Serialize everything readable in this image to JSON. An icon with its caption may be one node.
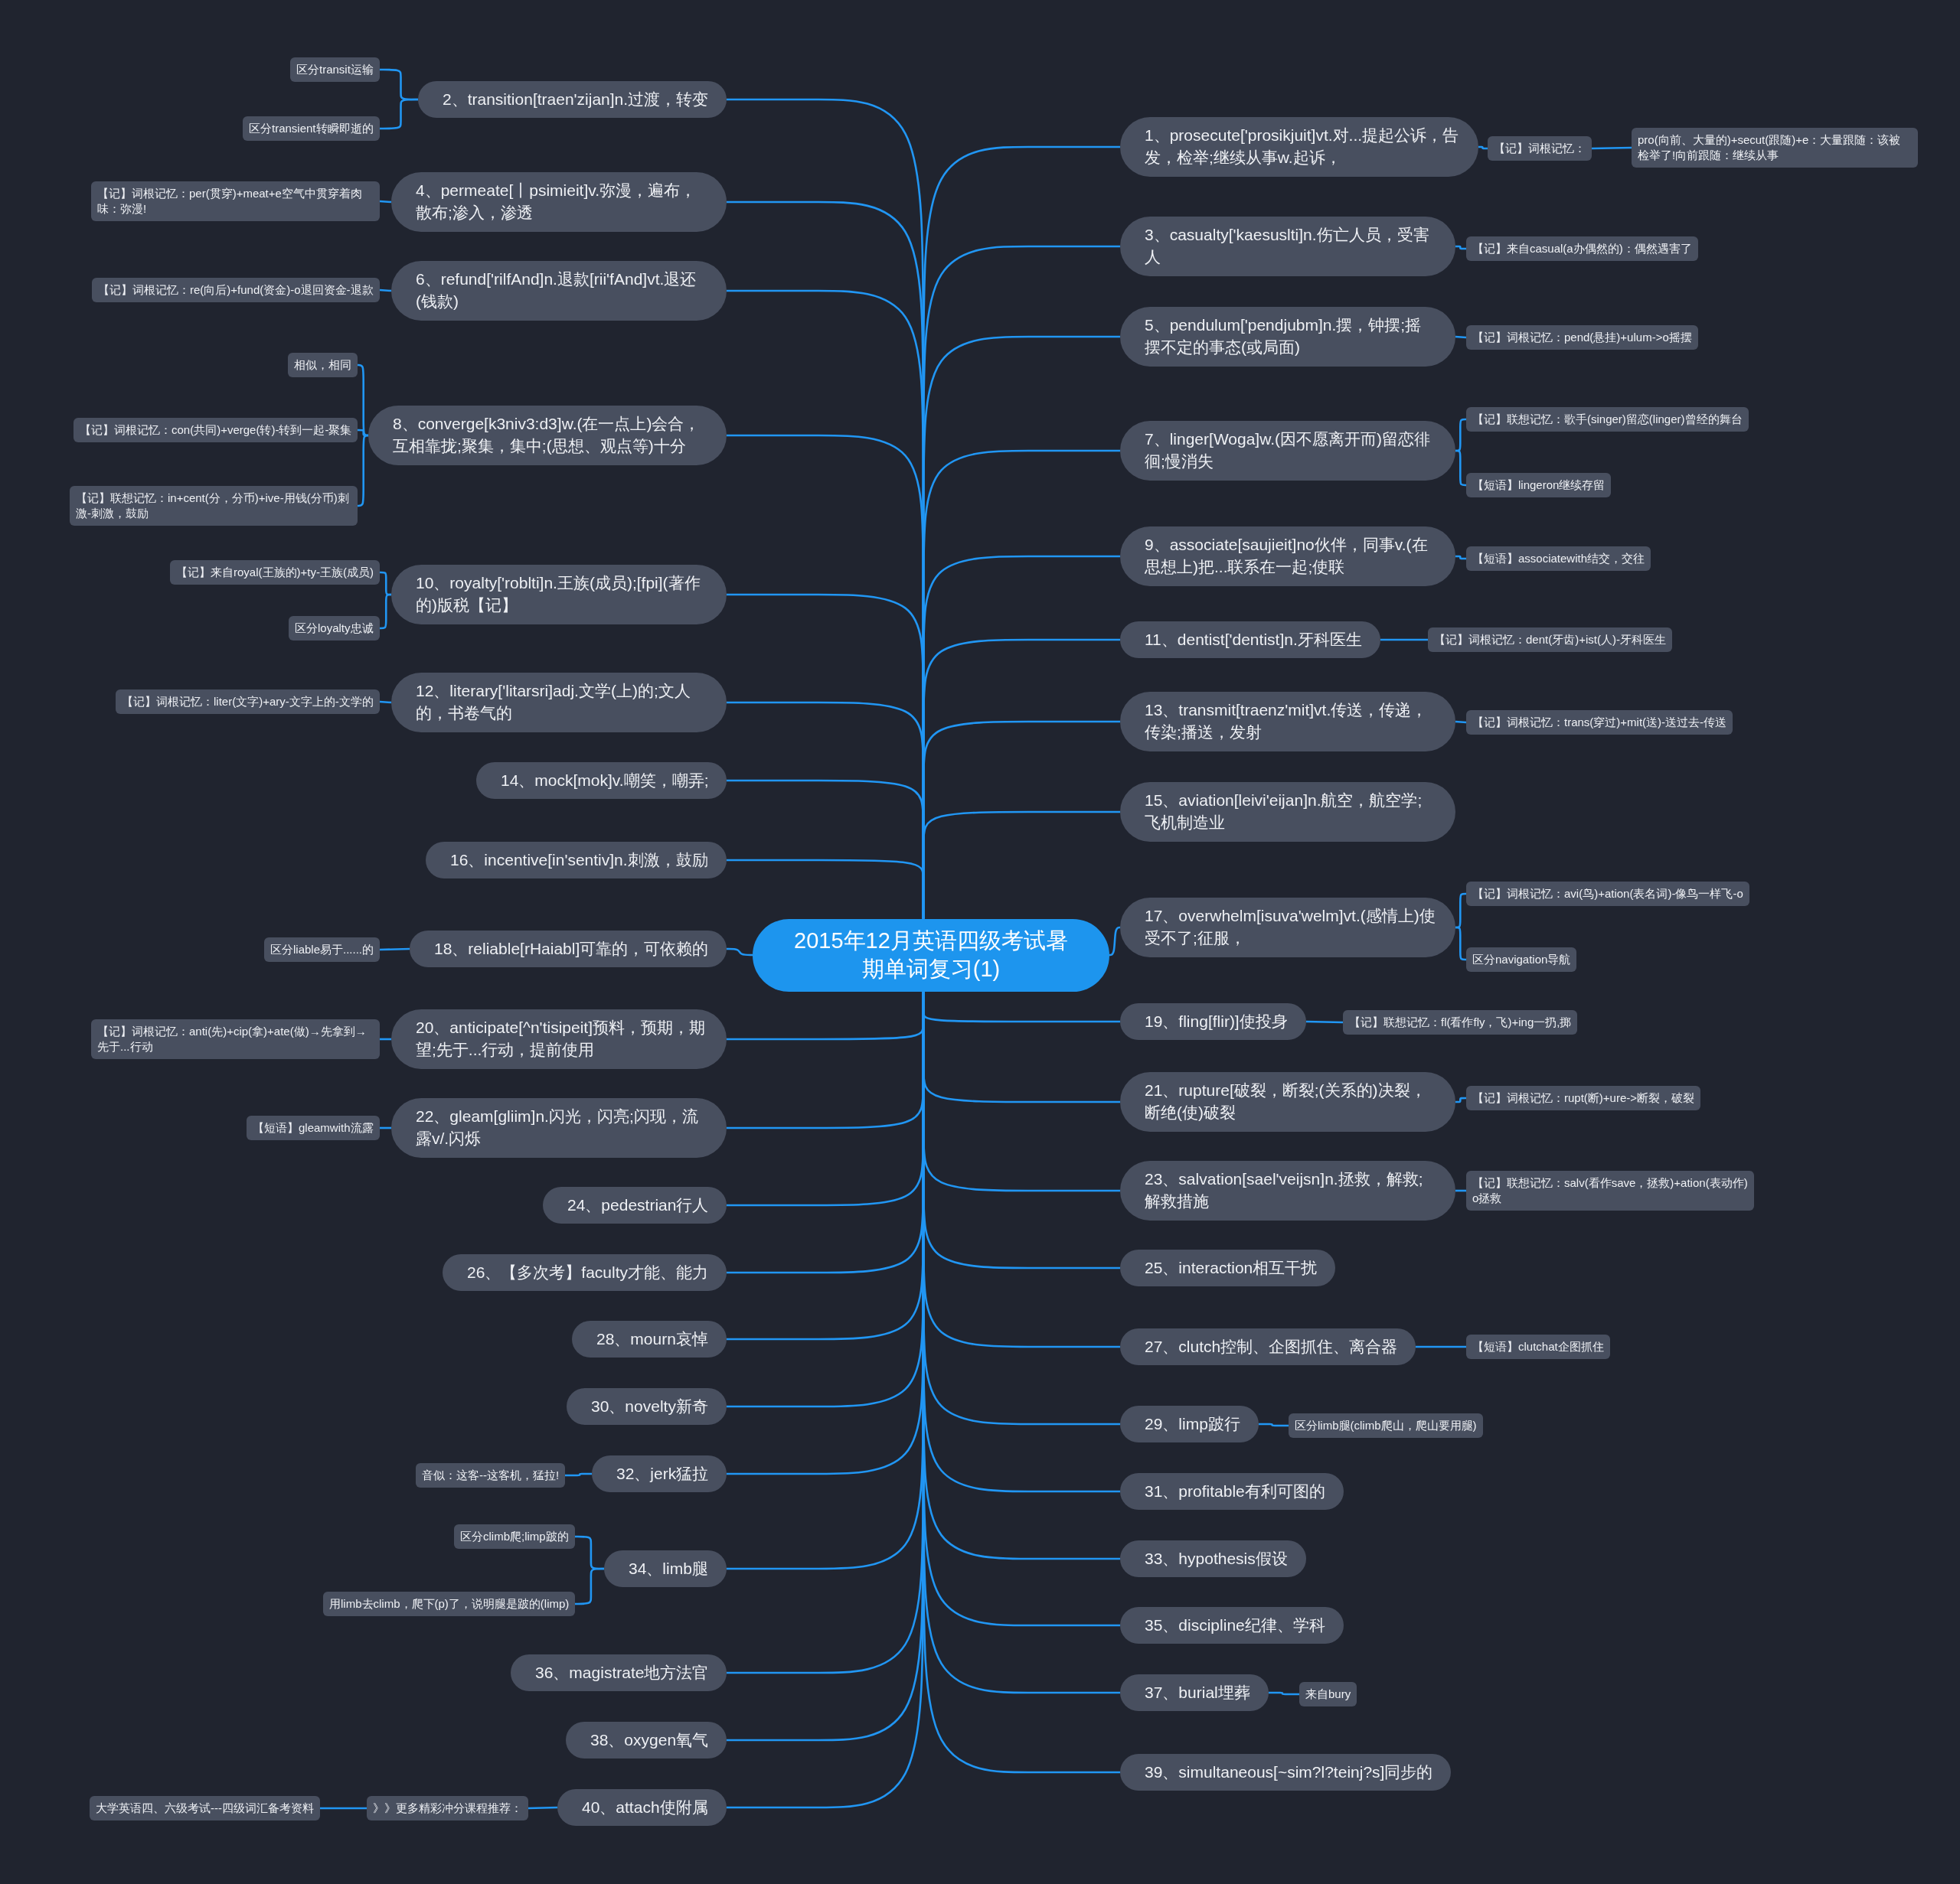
{
  "diagram": {
    "nodes": [
      {
        "text": [
          "2015年12月英语四级考试暑期单词复习(1)"
        ]
      },
      {
        "text": [
          "1、prosecute['prosikjuit]vt.对...提起公诉，告发，检举;继续从事w.起诉，"
        ]
      },
      {
        "text": [
          "【记】词根记忆："
        ]
      },
      {
        "text": [
          "pro(向前、大量的)+secut(跟随)+e：大量跟随：该被检举了!向前跟随：继续从事"
        ]
      },
      {
        "text": [
          "2、transition[traen'zijan]n.过渡，转变"
        ]
      },
      {
        "text": [
          "区分transit运输"
        ]
      },
      {
        "text": [
          "区分transient转瞬即逝的"
        ]
      },
      {
        "text": [
          "3、casualty['kaesuslti]n.伤亡人员，受害人"
        ]
      },
      {
        "text": [
          "【记】来自casual(a办偶然的)：偶然遇害了"
        ]
      },
      {
        "text": [
          "4、permeate[丨psimieit]v.弥漫，遍布，散布;渗入，渗透"
        ]
      },
      {
        "text": [
          "【记】词根记忆：per(贯穿)+meat+e空气中贯穿着肉味：弥漫!"
        ]
      },
      {
        "text": [
          "5、pendulum['pendjubm]n.摆，钟摆;摇摆不定的事态(或局面)"
        ]
      },
      {
        "text": [
          "【记】词根记忆：pend(悬挂)+ulum->o摇摆"
        ]
      },
      {
        "text": [
          "6、refund['rilfAnd]n.退款[rii'fAnd]vt.退还(钱款)"
        ]
      },
      {
        "text": [
          "【记】词根记忆：re(向后)+fund(资金)-o退回资金-退款"
        ]
      },
      {
        "text": [
          "7、linger[Woga]w.(因不愿离开而)留恋徘徊;慢消失"
        ]
      },
      {
        "text": [
          "【记】联想记忆：歌手(singer)留恋(linger)曾经的舞台"
        ]
      },
      {
        "text": [
          "【短语】lingeron继续存留"
        ]
      },
      {
        "text": [
          "8、converge[k3niv3:d3]w.(在一点上)会合，互相靠拢;聚集，集中;(思想、观点等)十分"
        ]
      },
      {
        "text": [
          "相似，相同"
        ]
      },
      {
        "text": [
          "【记】词根记忆：con(共同)+verge(转)-转到一起-聚集"
        ]
      },
      {
        "text": [
          "【记】联想记忆：in+cent(分，分币)+ive-用钱(分币)刺激-刺激，鼓励"
        ]
      },
      {
        "text": [
          "9、associate[saujieit]no伙伴，同事v.(在思想上)把...联系在一起;使联"
        ]
      },
      {
        "text": [
          "【短语】associatewith结交，交往"
        ]
      },
      {
        "text": [
          "10、royalty['roblti]n.王族(成员);[fpi](著作的)版税【记】"
        ]
      },
      {
        "text": [
          "【记】来自royal(王族的)+ty-王族(成员)"
        ]
      },
      {
        "text": [
          "区分loyalty忠诚"
        ]
      },
      {
        "text": [
          "11、dentist['dentist]n.牙科医生"
        ]
      },
      {
        "text": [
          "【记】词根记忆：dent(牙齿)+ist(人)-牙科医生"
        ]
      },
      {
        "text": [
          "12、literary['litarsri]adj.文学(上)的;文人的，书卷气的"
        ]
      },
      {
        "text": [
          "【记】词根记忆：liter(文字)+ary-文字上的-文学的"
        ]
      },
      {
        "text": [
          "13、transmit[traenz'mit]vt.传送，传递，传染;播送，发射"
        ]
      },
      {
        "text": [
          "【记】词根记忆：trans(穿过)+mit(送)-送过去-传送"
        ]
      },
      {
        "text": [
          "14、mock[mok]v.嘲笑，嘲弄;"
        ]
      },
      {
        "text": [
          "15、aviation[leivi'eijan]n.航空，航空学;飞机制造业"
        ]
      },
      {
        "text": [
          "16、incentive[in'sentiv]n.刺激，鼓励"
        ]
      },
      {
        "text": [
          "17、overwhelm[isuva'welm]vt.(感情上)使受不了;征服，"
        ]
      },
      {
        "text": [
          "【记】词根记忆：avi(鸟)+ation(表名词)-像鸟一样飞-o"
        ]
      },
      {
        "text": [
          "区分navigation导航"
        ]
      },
      {
        "text": [
          "18、reliable[rHaiabl]可靠的，可依赖的"
        ]
      },
      {
        "text": [
          "区分liable易于......的"
        ]
      },
      {
        "text": [
          "19、fling[flir)]使投身"
        ]
      },
      {
        "text": [
          "【记】联想记忆：fl(看作fly，飞)+ing一扔,掷"
        ]
      },
      {
        "text": [
          "20、anticipate[^n'tisipeit]预料，预期，期望;先于...行动，提前使用"
        ]
      },
      {
        "text": [
          "【记】词根记忆：anti(先)+cip(拿)+ate(做)→先拿到→先于...行动"
        ]
      },
      {
        "text": [
          "21、rupture[破裂，断裂;(关系的)决裂，断绝(使)破裂"
        ]
      },
      {
        "text": [
          "【记】词根记忆：rupt(断)+ure->断裂，破裂"
        ]
      },
      {
        "text": [
          "22、gleam[gliim]n.闪光，闪亮;闪现，流露v/.闪烁"
        ]
      },
      {
        "text": [
          "【短语】gleamwith流露"
        ]
      },
      {
        "text": [
          "23、salvation[sael'veijsn]n.拯救，解救;解救措施"
        ]
      },
      {
        "text": [
          "【记】联想记忆：salv(看作save，拯救)+ation(表动作)o拯救"
        ]
      },
      {
        "text": [
          "24、pedestrian行人"
        ]
      },
      {
        "text": [
          "25、interaction相互干扰"
        ]
      },
      {
        "text": [
          "26、【多次考】faculty才能、能力"
        ]
      },
      {
        "text": [
          "27、clutch控制、企图抓住、离合器"
        ]
      },
      {
        "text": [
          "【短语】clutchat企图抓住"
        ]
      },
      {
        "text": [
          "28、mourn哀悼"
        ]
      },
      {
        "text": [
          "29、limp跛行"
        ]
      },
      {
        "text": [
          "区分limb腿(climb爬山，爬山要用腿)"
        ]
      },
      {
        "text": [
          "30、novelty新奇"
        ]
      },
      {
        "text": [
          "31、profitable有利可图的"
        ]
      },
      {
        "text": [
          "32、jerk猛拉"
        ]
      },
      {
        "text": [
          "音似：这客--这客机，猛拉!"
        ]
      },
      {
        "text": [
          "33、hypothesis假设"
        ]
      },
      {
        "text": [
          "34、limb腿"
        ]
      },
      {
        "text": [
          "区分climb爬;limp跛的"
        ]
      },
      {
        "text": [
          "用limb去climb，爬下(p)了，说明腿是跛的(limp)"
        ]
      },
      {
        "text": [
          "35、discipline纪律、学科"
        ]
      },
      {
        "text": [
          "36、magistrate地方法官"
        ]
      },
      {
        "text": [
          "37、burial埋葬"
        ]
      },
      {
        "text": [
          "来自bury"
        ]
      },
      {
        "text": [
          "38、oxygen氧气"
        ]
      },
      {
        "text": [
          "39、simultaneous[~sim?l?teinj?s]同步的"
        ]
      },
      {
        "text": [
          "40、attach使附属"
        ]
      },
      {
        "text": [
          "》》更多精彩冲分课程推荐："
        ]
      },
      {
        "text": [
          "大学英语四、六级考试---四级词汇备考资料"
        ]
      }
    ],
    "edges": [
      {
        "from": 0,
        "to": 1,
        "arrow": "none"
      },
      {
        "from": 0,
        "to": 4,
        "arrow": "none"
      },
      {
        "from": 0,
        "to": 7,
        "arrow": "none"
      },
      {
        "from": 0,
        "to": 9,
        "arrow": "none"
      },
      {
        "from": 0,
        "to": 11,
        "arrow": "none"
      },
      {
        "from": 0,
        "to": 13,
        "arrow": "none"
      },
      {
        "from": 0,
        "to": 15,
        "arrow": "none"
      },
      {
        "from": 0,
        "to": 18,
        "arrow": "none"
      },
      {
        "from": 0,
        "to": 22,
        "arrow": "none"
      },
      {
        "from": 0,
        "to": 24,
        "arrow": "none"
      },
      {
        "from": 0,
        "to": 27,
        "arrow": "none"
      },
      {
        "from": 0,
        "to": 29,
        "arrow": "none"
      },
      {
        "from": 0,
        "to": 31,
        "arrow": "none"
      },
      {
        "from": 0,
        "to": 33,
        "arrow": "none"
      },
      {
        "from": 0,
        "to": 34,
        "arrow": "none"
      },
      {
        "from": 0,
        "to": 35,
        "arrow": "none"
      },
      {
        "from": 0,
        "to": 36,
        "arrow": "none"
      },
      {
        "from": 0,
        "to": 39,
        "arrow": "none"
      },
      {
        "from": 0,
        "to": 41,
        "arrow": "none"
      },
      {
        "from": 0,
        "to": 43,
        "arrow": "none"
      },
      {
        "from": 0,
        "to": 45,
        "arrow": "none"
      },
      {
        "from": 0,
        "to": 47,
        "arrow": "none"
      },
      {
        "from": 0,
        "to": 49,
        "arrow": "none"
      },
      {
        "from": 0,
        "to": 51,
        "arrow": "none"
      },
      {
        "from": 0,
        "to": 52,
        "arrow": "none"
      },
      {
        "from": 0,
        "to": 53,
        "arrow": "none"
      },
      {
        "from": 0,
        "to": 54,
        "arrow": "none"
      },
      {
        "from": 0,
        "to": 56,
        "arrow": "none"
      },
      {
        "from": 0,
        "to": 57,
        "arrow": "none"
      },
      {
        "from": 0,
        "to": 59,
        "arrow": "none"
      },
      {
        "from": 0,
        "to": 60,
        "arrow": "none"
      },
      {
        "from": 0,
        "to": 61,
        "arrow": "none"
      },
      {
        "from": 0,
        "to": 63,
        "arrow": "none"
      },
      {
        "from": 0,
        "to": 64,
        "arrow": "none"
      },
      {
        "from": 0,
        "to": 67,
        "arrow": "none"
      },
      {
        "from": 0,
        "to": 68,
        "arrow": "none"
      },
      {
        "from": 0,
        "to": 69,
        "arrow": "none"
      },
      {
        "from": 0,
        "to": 71,
        "arrow": "none"
      },
      {
        "from": 0,
        "to": 72,
        "arrow": "none"
      },
      {
        "from": 0,
        "to": 73,
        "arrow": "none"
      },
      {
        "from": 1,
        "to": 2,
        "arrow": "none"
      },
      {
        "from": 2,
        "to": 3,
        "arrow": "none"
      },
      {
        "from": 4,
        "to": 5,
        "arrow": "none"
      },
      {
        "from": 4,
        "to": 6,
        "arrow": "none"
      },
      {
        "from": 7,
        "to": 8,
        "arrow": "none"
      },
      {
        "from": 9,
        "to": 10,
        "arrow": "none"
      },
      {
        "from": 11,
        "to": 12,
        "arrow": "none"
      },
      {
        "from": 13,
        "to": 14,
        "arrow": "none"
      },
      {
        "from": 15,
        "to": 16,
        "arrow": "none"
      },
      {
        "from": 15,
        "to": 17,
        "arrow": "none"
      },
      {
        "from": 18,
        "to": 19,
        "arrow": "none"
      },
      {
        "from": 18,
        "to": 20,
        "arrow": "none"
      },
      {
        "from": 18,
        "to": 21,
        "arrow": "none"
      },
      {
        "from": 22,
        "to": 23,
        "arrow": "none"
      },
      {
        "from": 24,
        "to": 25,
        "arrow": "none"
      },
      {
        "from": 24,
        "to": 26,
        "arrow": "none"
      },
      {
        "from": 27,
        "to": 28,
        "arrow": "none"
      },
      {
        "from": 29,
        "to": 30,
        "arrow": "none"
      },
      {
        "from": 31,
        "to": 32,
        "arrow": "none"
      },
      {
        "from": 36,
        "to": 37,
        "arrow": "none"
      },
      {
        "from": 36,
        "to": 38,
        "arrow": "none"
      },
      {
        "from": 39,
        "to": 40,
        "arrow": "none"
      },
      {
        "from": 41,
        "to": 42,
        "arrow": "none"
      },
      {
        "from": 43,
        "to": 44,
        "arrow": "none"
      },
      {
        "from": 45,
        "to": 46,
        "arrow": "none"
      },
      {
        "from": 47,
        "to": 48,
        "arrow": "none"
      },
      {
        "from": 49,
        "to": 50,
        "arrow": "none"
      },
      {
        "from": 54,
        "to": 55,
        "arrow": "none"
      },
      {
        "from": 57,
        "to": 58,
        "arrow": "none"
      },
      {
        "from": 61,
        "to": 62,
        "arrow": "none"
      },
      {
        "from": 64,
        "to": 65,
        "arrow": "none"
      },
      {
        "from": 64,
        "to": 66,
        "arrow": "none"
      },
      {
        "from": 69,
        "to": 70,
        "arrow": "none"
      },
      {
        "from": 73,
        "to": 74,
        "arrow": "none"
      },
      {
        "from": 74,
        "to": 75,
        "arrow": "none"
      }
    ]
  }
}
